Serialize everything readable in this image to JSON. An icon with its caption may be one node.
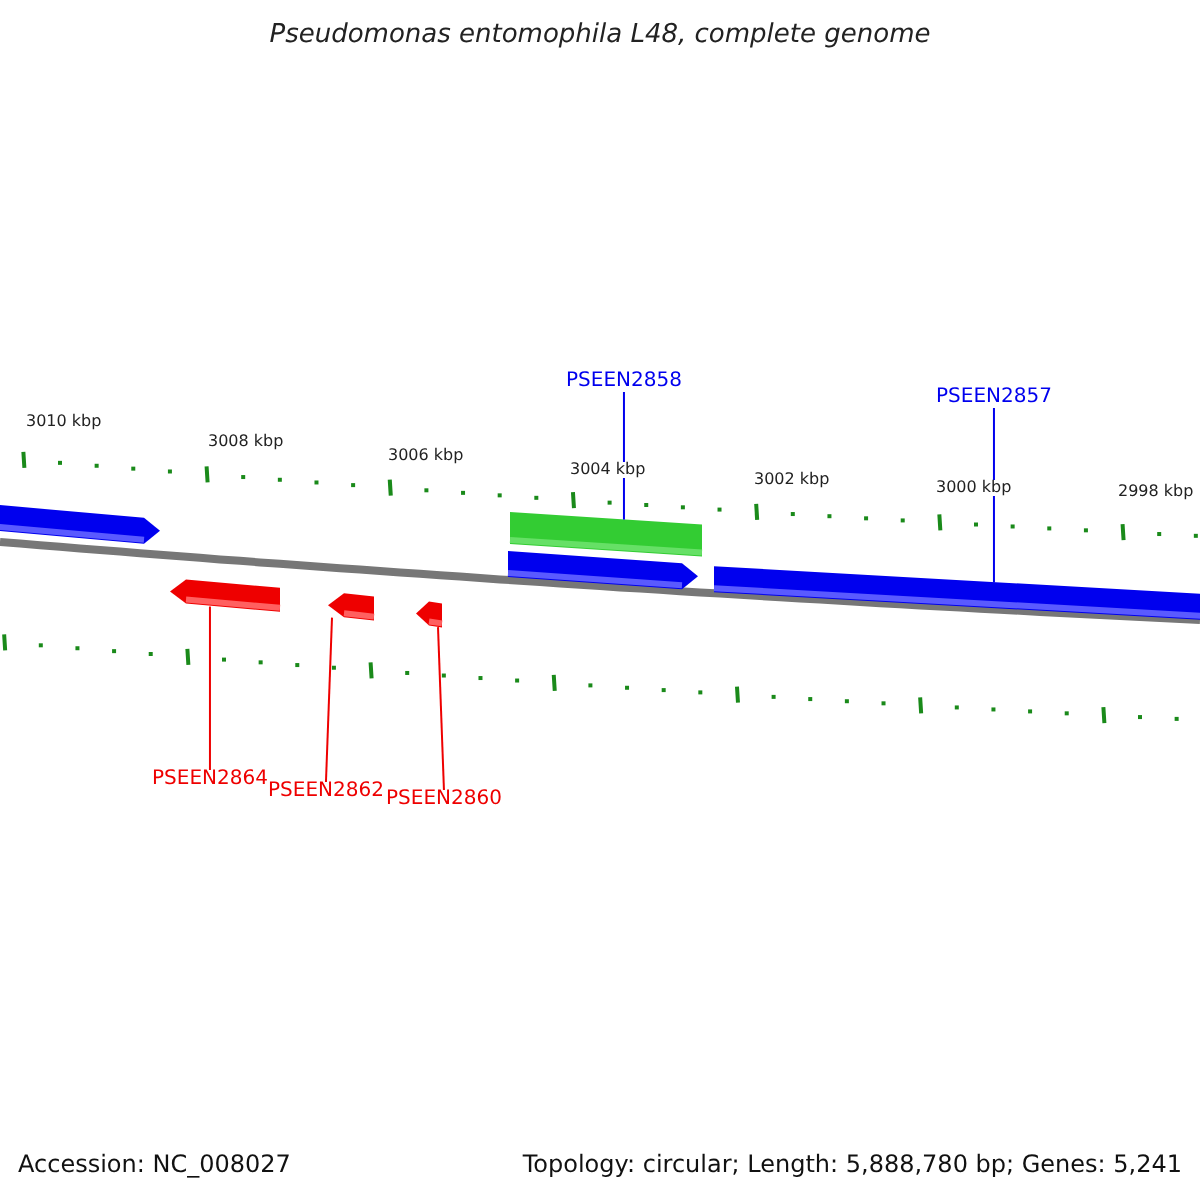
{
  "diagram": {
    "title": "Pseudomonas entomophila L48, complete genome",
    "nodes": [
      {
        "text": [
          "PSEEN2858"
        ]
      },
      {
        "text": [
          "PSEEN2857"
        ]
      },
      {
        "text": [],
        "shape": "bar"
      },
      {
        "text": [],
        "shape": "bar"
      },
      {
        "text": [],
        "shape": "bar"
      },
      {
        "text": [],
        "shape": "bar"
      },
      {
        "text": [],
        "shape": "bar"
      },
      {
        "text": [],
        "shape": "bar"
      },
      {
        "text": [],
        "shape": "bar"
      },
      {
        "text": [
          "PSEEN2864"
        ]
      },
      {
        "text": [
          "PSEEN2862"
        ]
      },
      {
        "text": [
          "PSEEN2860"
        ]
      }
    ],
    "edges": [
      {
        "from": 0,
        "to": 3,
        "arrow": "none",
        "color": "#0000ee"
      },
      {
        "from": 1,
        "to": 5,
        "arrow": "none",
        "color": "#0000ee"
      },
      {
        "from": 9,
        "to": 6,
        "arrow": "none"
      },
      {
        "from": 10,
        "to": 7,
        "arrow": "none"
      },
      {
        "from": 11,
        "to": 8,
        "arrow": "none"
      }
    ],
    "labels": [
      "3010 kbp",
      "3008 kbp",
      "3006 kbp",
      "3004 kbp",
      "3002 kbp",
      "3000 kbp",
      "2998 kbp",
      "Accession: NC_008027",
      "Topology: circular; Length: 5,888,780 bp; Genes: 5,241"
    ]
  }
}
